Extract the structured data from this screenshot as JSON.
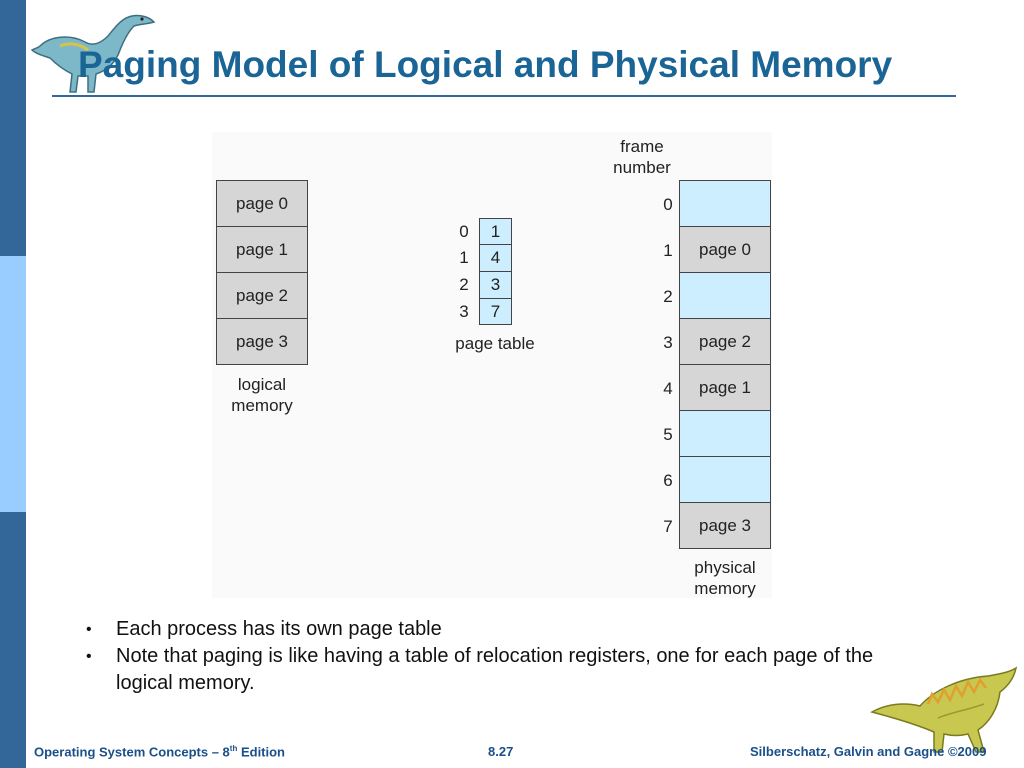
{
  "title": "Paging Model of Logical and Physical Memory",
  "logical_memory": {
    "pages": [
      "page 0",
      "page 1",
      "page 2",
      "page 3"
    ],
    "label": "logical\nmemory"
  },
  "page_table": {
    "indices": [
      "0",
      "1",
      "2",
      "3"
    ],
    "entries": [
      "1",
      "4",
      "3",
      "7"
    ],
    "label": "page table"
  },
  "physical_memory": {
    "header": "frame\nnumber",
    "frame_numbers": [
      "0",
      "1",
      "2",
      "3",
      "4",
      "5",
      "6",
      "7"
    ],
    "frames": [
      "",
      "page 0",
      "",
      "page 2",
      "page 1",
      "",
      "",
      "page 3"
    ],
    "label": "physical\nmemory"
  },
  "bullets": [
    "Each process has its own page table",
    "Note that paging is like having a table of relocation registers, one for each page of the logical memory."
  ],
  "footer": {
    "book": "Operating System Concepts – 8",
    "book_sup": "th",
    "book_suffix": " Edition",
    "slide_number": "8.27",
    "copyright": "Silberschatz, Galvin and Gagne ©2009"
  },
  "colors": {
    "sidebar_dark": "#336699",
    "sidebar_light": "#99ccff",
    "title": "#1a6496",
    "frame_occupied": "#d6d6d6",
    "frame_free": "#cdeeff"
  },
  "icons": [
    "dinosaur-top-icon",
    "dinosaur-bottom-icon"
  ]
}
